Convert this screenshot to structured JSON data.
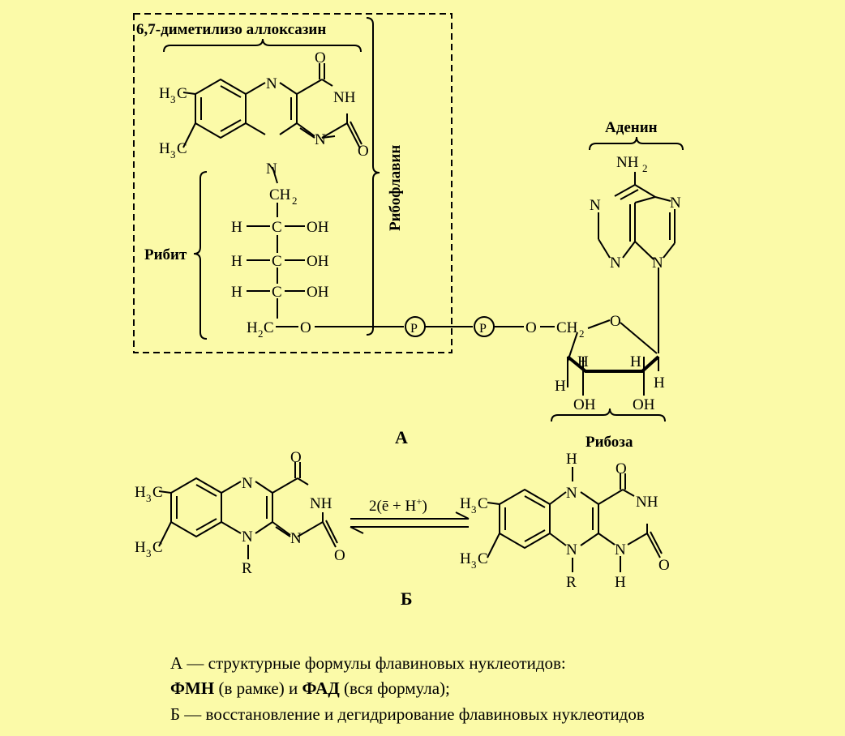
{
  "colors": {
    "background": "#fbfaa8",
    "ink": "#000000"
  },
  "part_a": {
    "label": "А",
    "alloxazine_label": "6,7-диметилизо аллоксазин",
    "riboflavin_label": "Рибофлавин",
    "ribitol_label": "Рибит",
    "adenine_label": "Аденин",
    "ribose_label": "Рибоза",
    "phosphate": "P",
    "atoms": {
      "n": "N",
      "nh": "NH",
      "o": "O",
      "h": "H",
      "oh": "OH",
      "h3c": "H",
      "sub3": "3",
      "c": "C",
      "ch": "CH",
      "sub2": "2",
      "c_atom": "C",
      "nh2": "NH",
      "h2c": "H",
      "r": "R"
    }
  },
  "part_b": {
    "label": "Б",
    "reaction": "2(ē + H",
    "reaction_sup": "+",
    "reaction_close": ")"
  },
  "caption": {
    "line1": "А — структурные формулы флавиновых нуклеотидов:",
    "line2_a": "ФМН",
    "line2_b": " (в рамке) и ",
    "line2_c": "ФАД",
    "line2_d": " (вся формула);",
    "line3": "Б — восстановление и дегидрирование флавиновых нуклеотидов"
  }
}
